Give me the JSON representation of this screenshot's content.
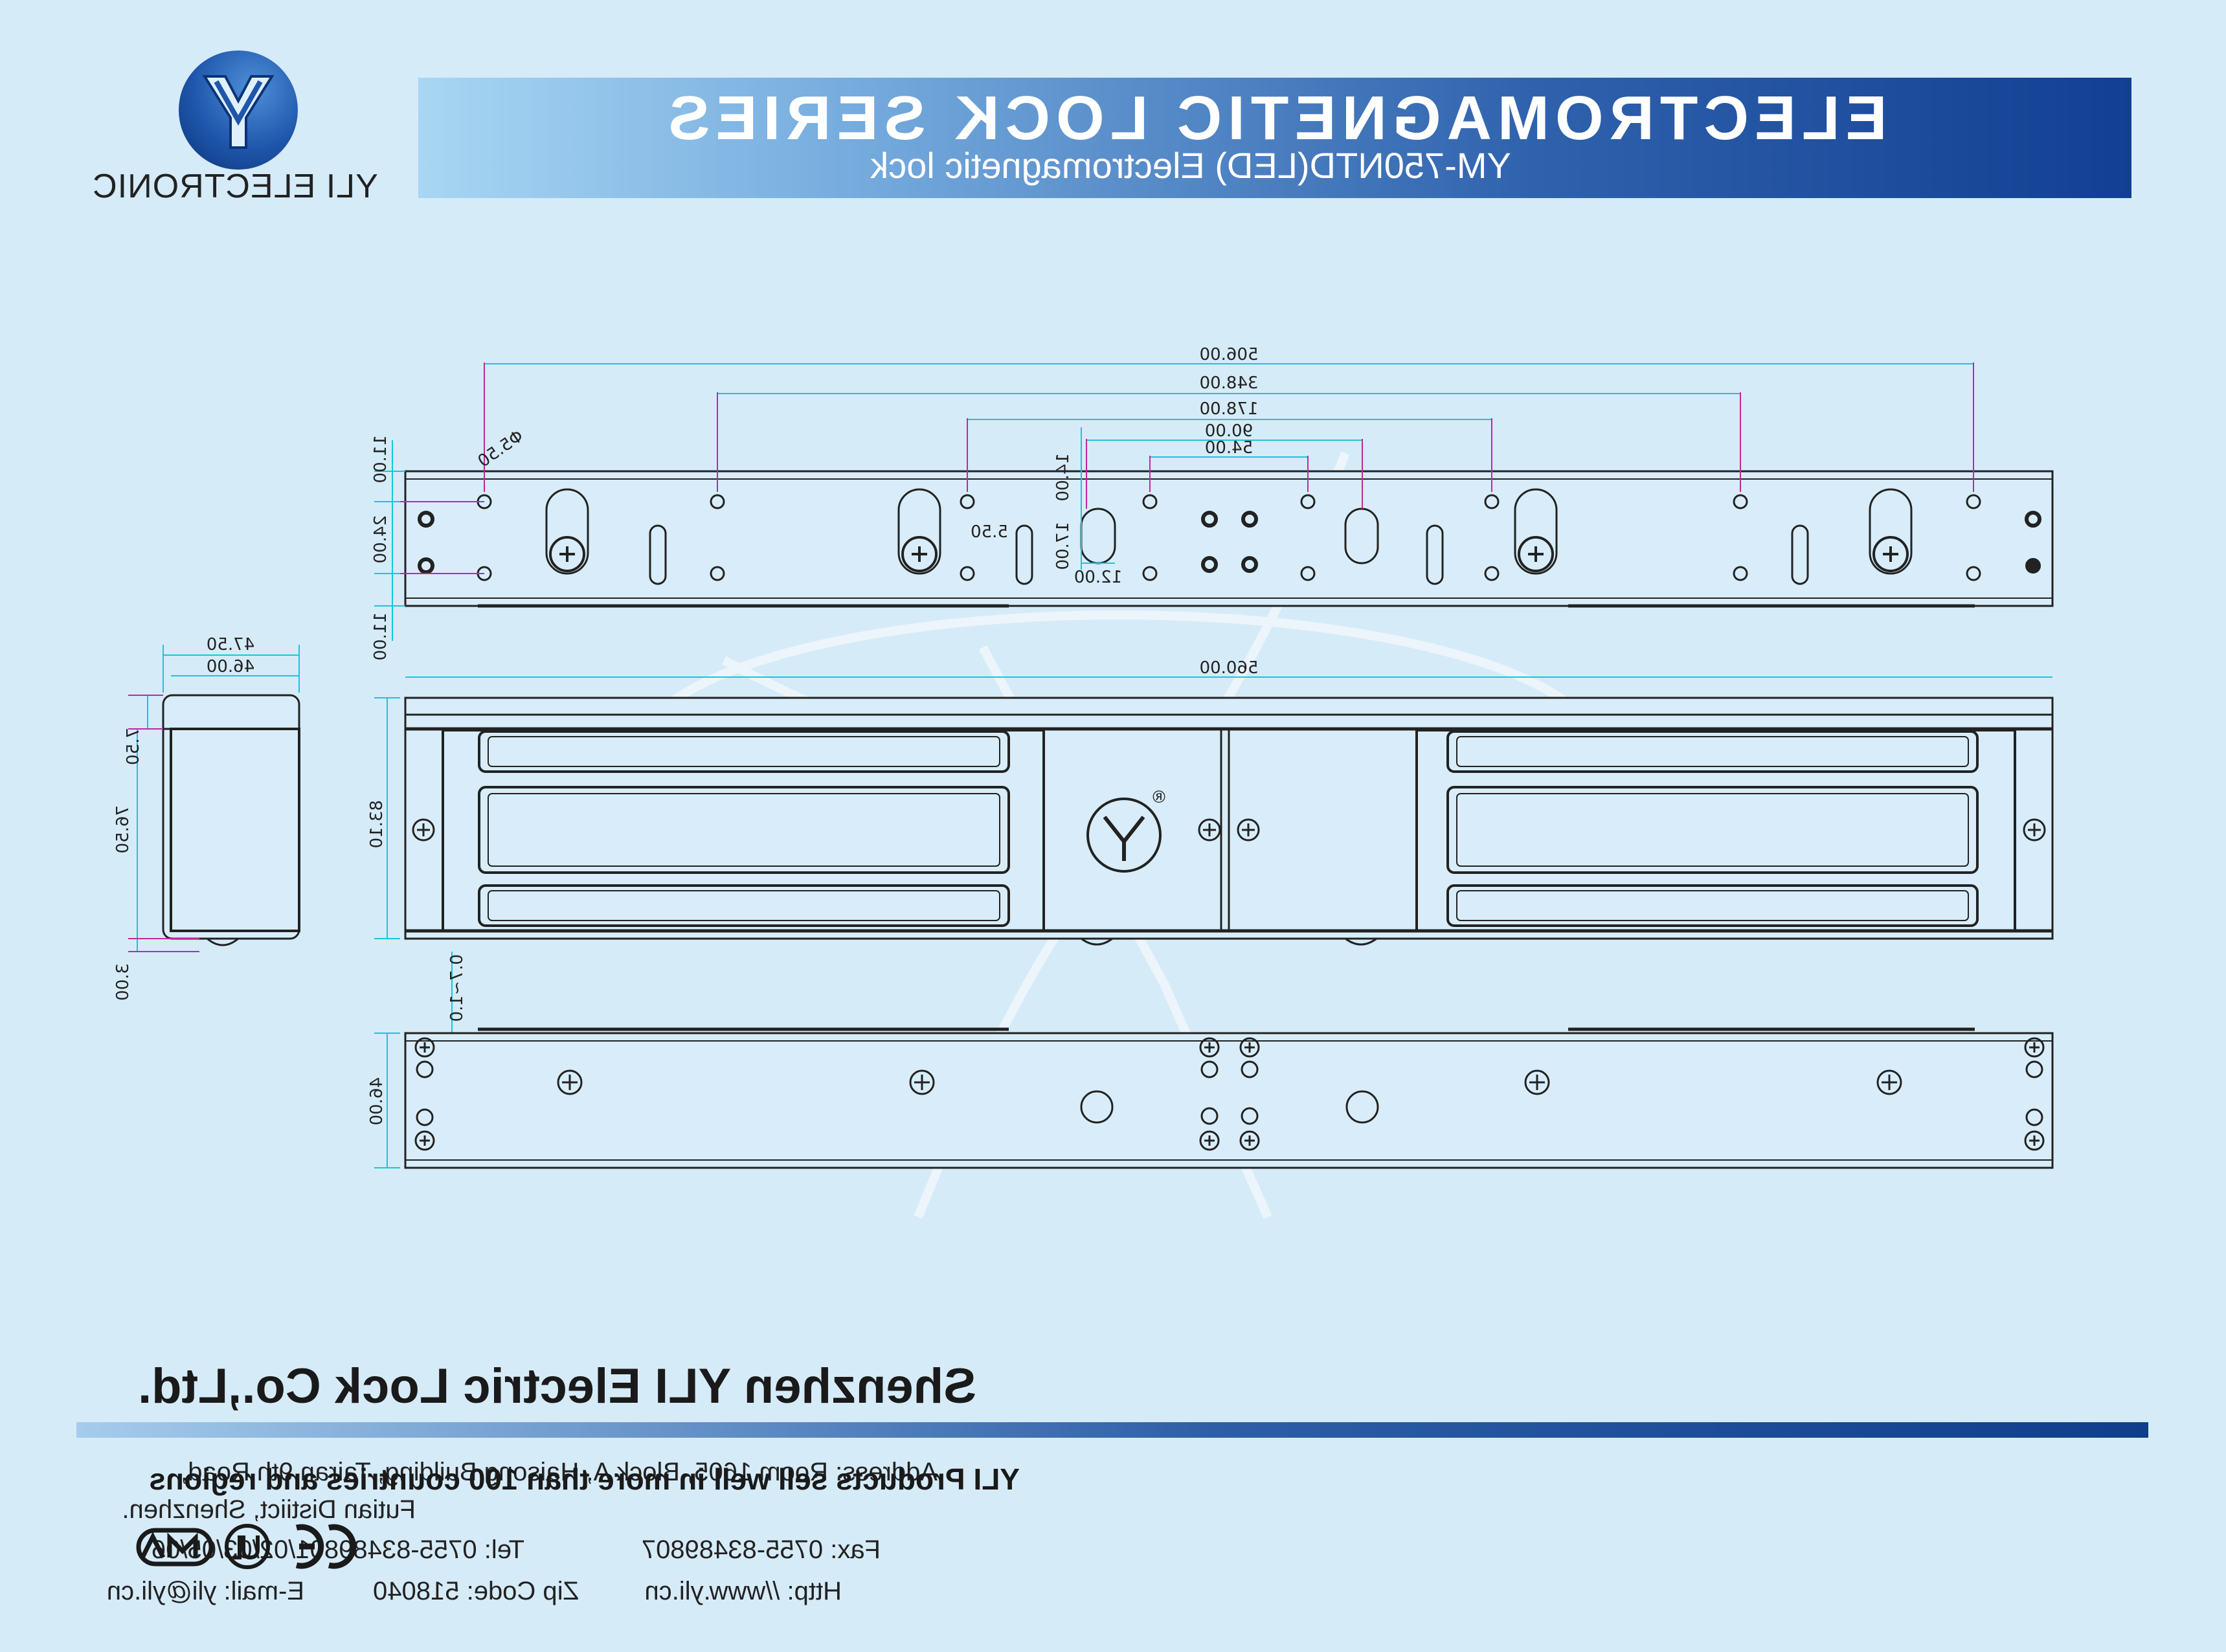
{
  "header": {
    "series_title": "ELECTROMAGNETIC LOCK SERIES",
    "model_title": "YM-750NTD(LED) Electromagnetic lock"
  },
  "brand": {
    "logo_letter": "Y",
    "name": "YLI ELECTRONIC",
    "accent_color": "#1e56ab"
  },
  "drawing": {
    "registered_mark": "®",
    "watermark_icon": "yli-watermark-logo",
    "top_view": {
      "overall": "506.00",
      "outer_holes": "348.00",
      "mid_holes": "178.00",
      "inner_holes": "90.00",
      "center_holes": "54.00",
      "hole_diameter": "Φ5.50",
      "slot_height": "14.00",
      "slot_width": "12.00",
      "slot_offset": "17.00",
      "slot_gap": "5.50",
      "edge_top": "11.00",
      "hole_spacing": "24.00",
      "edge_bottom": "11.00"
    },
    "front_view": {
      "length": "560.00",
      "height": "83.10",
      "gap": "0.7~1.0"
    },
    "side_view": {
      "outer_width": "47.50",
      "inner_width": "46.00",
      "top_step": "7.50",
      "body_height": "76.50",
      "bottom_step": "3.00"
    },
    "bottom_view": {
      "width": "46.00"
    }
  },
  "footer": {
    "company": "Shenzhen YLI Electric Lock Co.,Ltd.",
    "address_line1": "Address: Room 1605, Block A, Haisong Building, Tairan 9th Road,",
    "address_line2": "Futian Distiict, Shenzhen.",
    "tel": "Tel: 0755-83489801/02/03/05/06",
    "fax": "Fax: 0755-83489807",
    "email": "E-mail: yli@yli.cn",
    "zip": "Zip Code: 518040",
    "http": "Http: //www.yli.cn",
    "slogan": "YLI Products sell well in more than 100 countries and regions",
    "cert_marks": [
      "CE",
      "UL",
      "CMA"
    ]
  }
}
